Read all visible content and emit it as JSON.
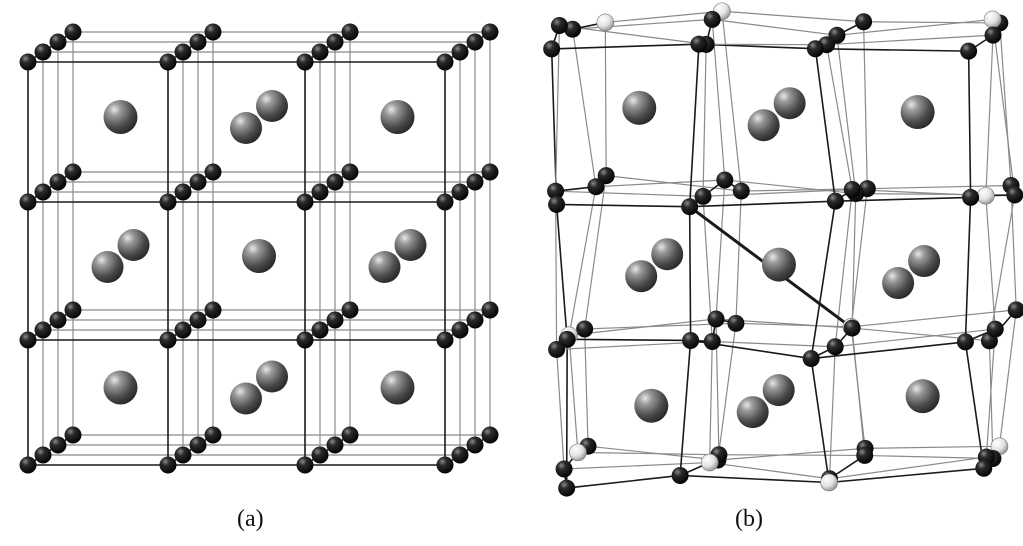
{
  "figure": {
    "panels": [
      {
        "id": "a",
        "caption": "(a)",
        "structure": "ordered"
      },
      {
        "id": "b",
        "caption": "(b)",
        "structure": "distorted"
      }
    ]
  },
  "colors": {
    "background": "#ffffff",
    "bond_light": "#8a8a8a",
    "bond_dark": "#1a1a1a",
    "small_atom": "#101010",
    "small_atom_highlight": "#7a7a7a",
    "light_atom": "#e6e6e6",
    "large_atom": "#555555",
    "large_atom_highlight": "#d8d8d8"
  }
}
